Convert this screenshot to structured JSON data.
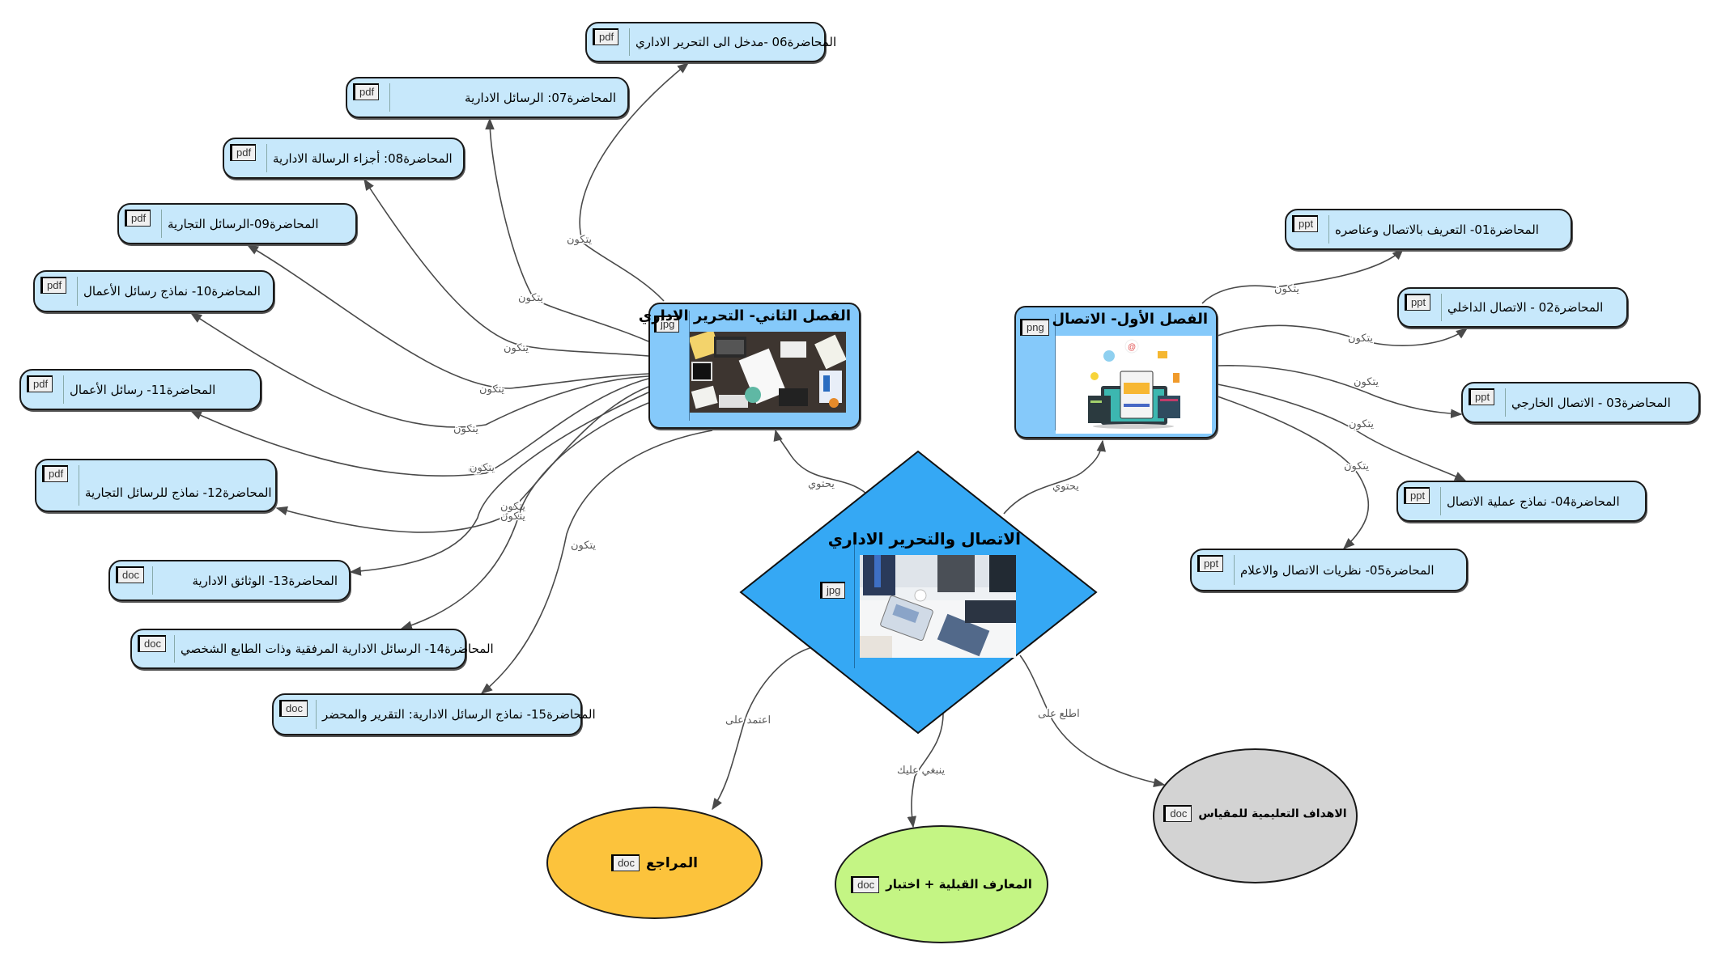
{
  "diagram": {
    "type": "concept-map",
    "center": {
      "title": "الاتصال والتحرير الاداري",
      "attachment": "jpg",
      "color": "#35a8f4"
    },
    "chapters": [
      {
        "id": "ch1",
        "title": "الفصل الأول- الاتصال",
        "attachment": "png",
        "color": "#85c9fa",
        "edge_from_center": "يحتوي"
      },
      {
        "id": "ch2",
        "title": "الفصل الثاني- التحرير الاداري",
        "attachment": "jpg",
        "color": "#85c9fa",
        "edge_from_center": "يحتوي"
      }
    ],
    "lectures": [
      {
        "id": "l01",
        "chapter": "ch1",
        "label": "المحاضرة01- التعريف بالاتصال وعناصره",
        "attachment": "ppt",
        "edge": "يتكون"
      },
      {
        "id": "l02",
        "chapter": "ch1",
        "label": "المحاضرة02 - الاتصال الداخلي",
        "attachment": "ppt",
        "edge": "يتكون"
      },
      {
        "id": "l03",
        "chapter": "ch1",
        "label": "المحاضرة03 - الاتصال الخارجي",
        "attachment": "ppt",
        "edge": "يتكون"
      },
      {
        "id": "l04",
        "chapter": "ch1",
        "label": "المحاضرة04- نماذج عملية الاتصال",
        "attachment": "ppt",
        "edge": "يتكون"
      },
      {
        "id": "l05",
        "chapter": "ch1",
        "label": "المحاضرة05- نظريات الاتصال والاعلام",
        "attachment": "ppt",
        "edge": "يتكون"
      },
      {
        "id": "l06",
        "chapter": "ch2",
        "label": "المحاضرة06 -مدخل الى التحرير الاداري",
        "attachment": "pdf",
        "edge": "يتكون"
      },
      {
        "id": "l07",
        "chapter": "ch2",
        "label": "المحاضرة07: الرسائل الادارية",
        "attachment": "pdf",
        "edge": "يتكون"
      },
      {
        "id": "l08",
        "chapter": "ch2",
        "label": "المحاضرة08: أجزاء الرسالة الادارية",
        "attachment": "pdf",
        "edge": "يتكون"
      },
      {
        "id": "l09",
        "chapter": "ch2",
        "label": "المحاضرة09-الرسائل التجارية",
        "attachment": "pdf",
        "edge": "يتكون"
      },
      {
        "id": "l10",
        "chapter": "ch2",
        "label": "المحاضرة10- نماذج رسائل الأعمال",
        "attachment": "pdf",
        "edge": "يتكون"
      },
      {
        "id": "l11",
        "chapter": "ch2",
        "label": "المحاضرة11- رسائل الأعمال",
        "attachment": "pdf",
        "edge": "يتكون"
      },
      {
        "id": "l12",
        "chapter": "ch2",
        "label": "المحاضرة12- نماذج للرسائل التجارية",
        "attachment": "pdf",
        "edge": "يتكون"
      },
      {
        "id": "l13",
        "chapter": "ch2",
        "label": "المحاضرة13- الوثائق الادارية",
        "attachment": "doc",
        "edge": "يتكون"
      },
      {
        "id": "l14",
        "chapter": "ch2",
        "label": "المحاضرة14- الرسائل الادارية المرفقية وذات الطابع الشخصي",
        "attachment": "doc",
        "edge": "يتكون"
      },
      {
        "id": "l15",
        "chapter": "ch2",
        "label": "المحاضرة15- نماذج الرسائل الادارية: التقرير والمحضر",
        "attachment": "doc",
        "edge": "يتكون"
      }
    ],
    "resources": [
      {
        "id": "refs",
        "label": "المراجع",
        "attachment": "doc",
        "edge": "اعتمد على",
        "color": "#fcc33c"
      },
      {
        "id": "prior",
        "label": "المعارف القبلية + اختبار",
        "attachment": "doc",
        "edge": "ينبغي عليك",
        "color": "#c4f584"
      },
      {
        "id": "goals",
        "label": "الاهداف التعليمية للمقياس",
        "attachment": "doc",
        "edge": "اطلع على",
        "color": "#d3d3d3"
      }
    ]
  }
}
